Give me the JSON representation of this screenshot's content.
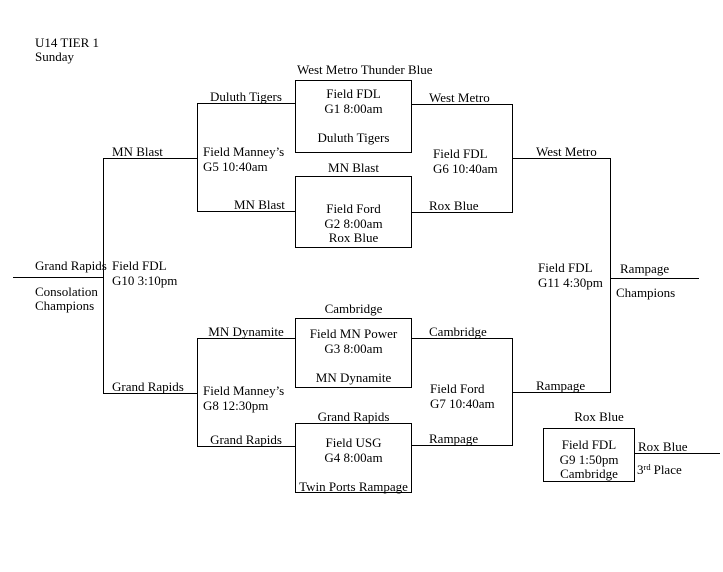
{
  "title": {
    "line1": "U14 TIER 1",
    "line2": "Sunday"
  },
  "colors": {
    "line": "#000000",
    "text": "#000000",
    "background": "#ffffff"
  },
  "games": {
    "g1": {
      "venue": "Field FDL",
      "time": "G1 8:00am",
      "team_top": "West Metro Thunder Blue",
      "team_bottom": "Duluth Tigers"
    },
    "g2": {
      "venue": "Field Ford",
      "time": "G2 8:00am",
      "team_top": "MN Blast",
      "team_bottom": "Rox Blue"
    },
    "g3": {
      "venue": "Field MN Power",
      "time": "G3 8:00am",
      "team_top": "Cambridge",
      "team_bottom": "MN Dynamite"
    },
    "g4": {
      "venue": "Field USG",
      "time": "G4 8:00am",
      "team_top": "Grand Rapids",
      "team_bottom": "Twin Ports Rampage"
    },
    "g5": {
      "venue": "Field Manney’s",
      "time": "G5 10:40am"
    },
    "g6": {
      "venue": "Field FDL",
      "time": "G6 10:40am"
    },
    "g7": {
      "venue": "Field Ford",
      "time": "G7 10:40am"
    },
    "g8": {
      "venue": "Field Manney’s",
      "time": "G8 12:30pm"
    },
    "g9": {
      "venue": "Field FDL",
      "time": "G9 1:50pm",
      "team_top": "Rox Blue",
      "team_bottom": "Cambridge"
    },
    "g10": {
      "venue": "Field FDL",
      "time": "G10 3:10pm"
    },
    "g11": {
      "venue": "Field FDL",
      "time": "G11 4:30pm"
    }
  },
  "labels": {
    "g1_loser": "Duluth Tigers",
    "g2_loser": "MN Blast",
    "g3_loser": "MN Dynamite",
    "g4_loser": "Grand Rapids",
    "g1_winner": "West Metro",
    "g2_winner": "Rox Blue",
    "g3_winner": "Cambridge",
    "g4_winner": "Rampage",
    "g5_winner": "MN Blast",
    "g6_winner": "West Metro",
    "g7_winner": "Rampage",
    "g8_winner": "Grand Rapids",
    "g10_winner": "Grand Rapids",
    "g11_winner": "Rampage",
    "g9_winner": "Rox Blue",
    "consolation_line1": "Consolation",
    "consolation_line2": "Champions",
    "champions": "Champions",
    "third_num": "3",
    "third_sup": "rd",
    "third_rest": "Place"
  }
}
